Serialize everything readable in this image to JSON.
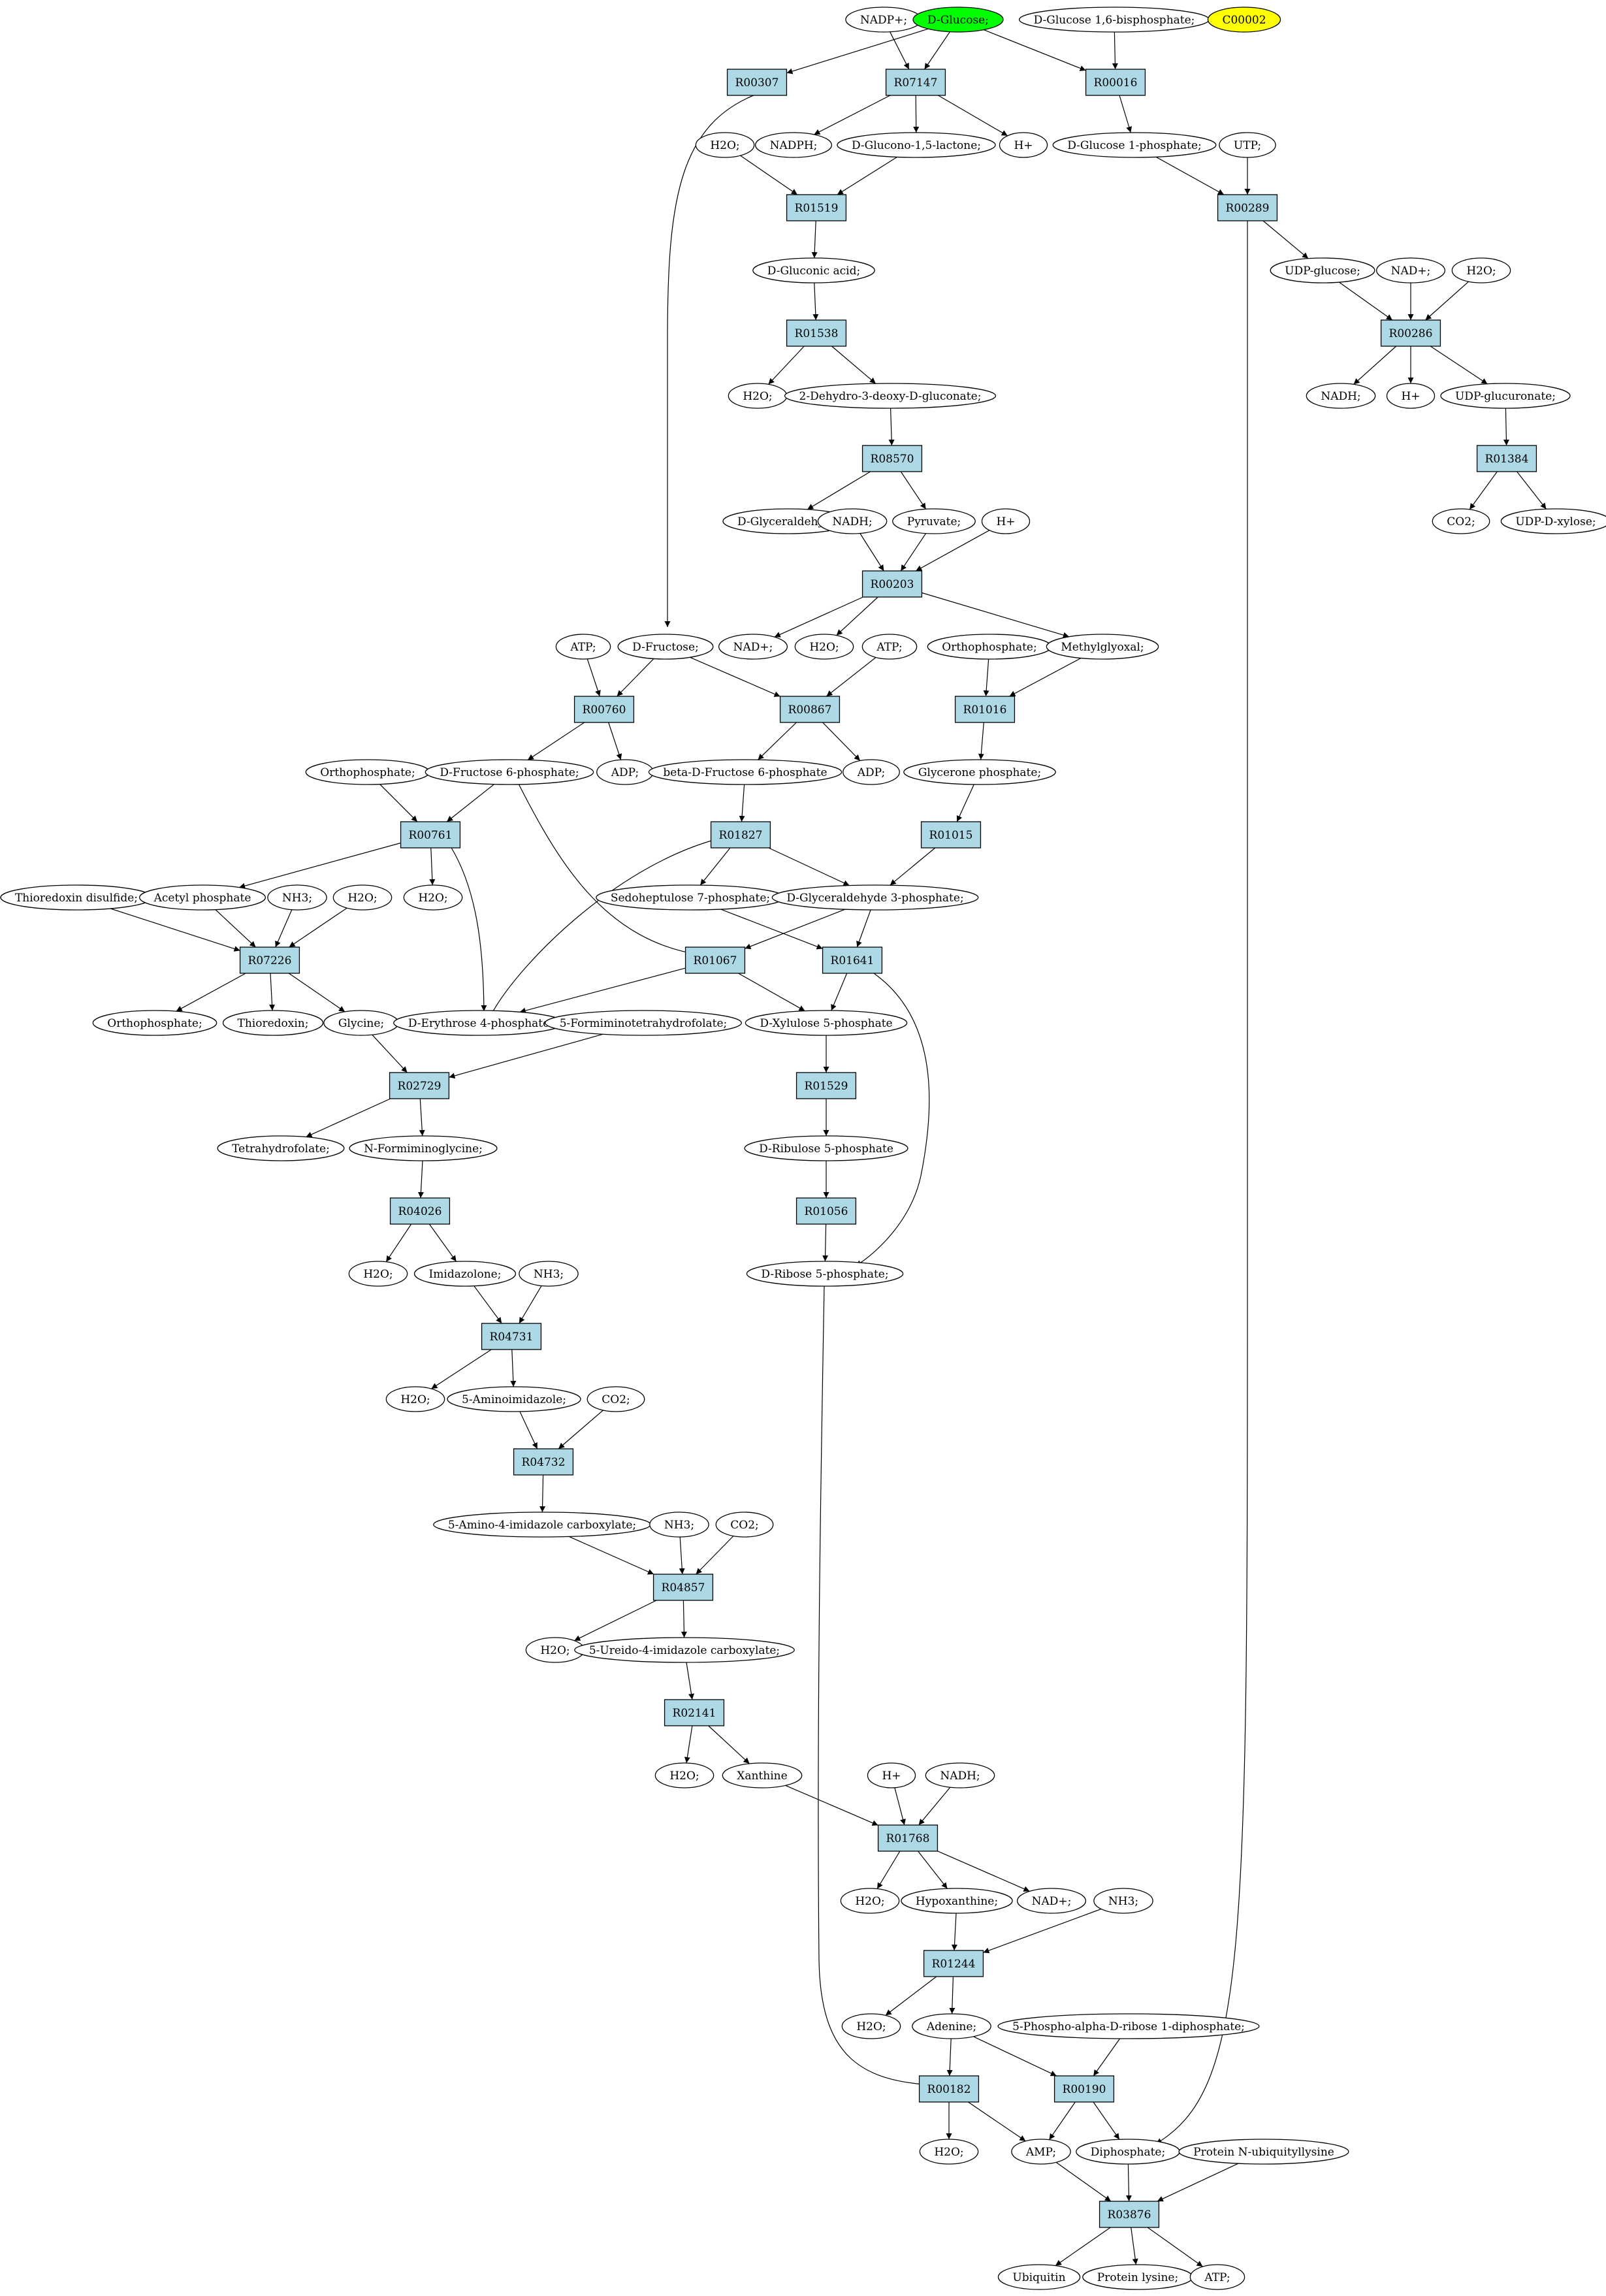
{
  "styles": {
    "metabolite_fill": "#ffffff",
    "reaction_fill": "#add8e6",
    "start_fill": "#00ff00",
    "extra_fill": "#ffff00",
    "stroke": "#000000",
    "edge": "#000000"
  },
  "nodes": [
    {
      "id": "m_nadp",
      "kind": "metabolite",
      "label": "NADP+;"
    },
    {
      "id": "m_glucose",
      "kind": "start",
      "label": "D-Glucose;"
    },
    {
      "id": "m_g16bp",
      "kind": "metabolite",
      "label": "D-Glucose 1,6-bisphosphate;"
    },
    {
      "id": "m_c00002",
      "kind": "extra",
      "label": "C00002"
    },
    {
      "id": "r_R00307",
      "kind": "reaction",
      "label": "R00307"
    },
    {
      "id": "r_R07147",
      "kind": "reaction",
      "label": "R07147"
    },
    {
      "id": "r_R00016",
      "kind": "reaction",
      "label": "R00016"
    },
    {
      "id": "m_h2o_1",
      "kind": "metabolite",
      "label": "H2O;"
    },
    {
      "id": "m_nadph_1",
      "kind": "metabolite",
      "label": "NADPH;"
    },
    {
      "id": "m_glucono",
      "kind": "metabolite",
      "label": "D-Glucono-1,5-lactone;"
    },
    {
      "id": "m_hplus_1",
      "kind": "metabolite",
      "label": "H+"
    },
    {
      "id": "m_g1p",
      "kind": "metabolite",
      "label": "D-Glucose 1-phosphate;"
    },
    {
      "id": "m_utp",
      "kind": "metabolite",
      "label": "UTP;"
    },
    {
      "id": "r_R01519",
      "kind": "reaction",
      "label": "R01519"
    },
    {
      "id": "r_R00289",
      "kind": "reaction",
      "label": "R00289"
    },
    {
      "id": "m_gluconic",
      "kind": "metabolite",
      "label": "D-Gluconic acid;"
    },
    {
      "id": "m_udpglucose",
      "kind": "metabolite",
      "label": "UDP-glucose;"
    },
    {
      "id": "m_nadplus_2",
      "kind": "metabolite",
      "label": "NAD+;"
    },
    {
      "id": "m_h2o_2",
      "kind": "metabolite",
      "label": "H2O;"
    },
    {
      "id": "r_R01538",
      "kind": "reaction",
      "label": "R01538"
    },
    {
      "id": "r_R00286",
      "kind": "reaction",
      "label": "R00286"
    },
    {
      "id": "m_h2o_3",
      "kind": "metabolite",
      "label": "H2O;"
    },
    {
      "id": "m_kdg",
      "kind": "metabolite",
      "label": "2-Dehydro-3-deoxy-D-gluconate;"
    },
    {
      "id": "m_nadh_2",
      "kind": "metabolite",
      "label": "NADH;"
    },
    {
      "id": "m_hplus_2",
      "kind": "metabolite",
      "label": "H+"
    },
    {
      "id": "m_udpglucuronate",
      "kind": "metabolite",
      "label": "UDP-glucuronate;"
    },
    {
      "id": "r_R08570",
      "kind": "reaction",
      "label": "R08570"
    },
    {
      "id": "r_R01384",
      "kind": "reaction",
      "label": "R01384"
    },
    {
      "id": "m_dglyceraldehyde",
      "kind": "metabolite",
      "label": "D-Glyceraldehyde"
    },
    {
      "id": "m_nadh_3",
      "kind": "metabolite",
      "label": "NADH;"
    },
    {
      "id": "m_pyruvate",
      "kind": "metabolite",
      "label": "Pyruvate;"
    },
    {
      "id": "m_hplus_3",
      "kind": "metabolite",
      "label": "H+"
    },
    {
      "id": "m_co2_1",
      "kind": "metabolite",
      "label": "CO2;"
    },
    {
      "id": "m_udpxylose",
      "kind": "metabolite",
      "label": "UDP-D-xylose;"
    },
    {
      "id": "r_R00203",
      "kind": "reaction",
      "label": "R00203"
    },
    {
      "id": "m_atp_1",
      "kind": "metabolite",
      "label": "ATP;"
    },
    {
      "id": "m_fructose",
      "kind": "metabolite",
      "label": "D-Fructose;"
    },
    {
      "id": "m_nadplus_3",
      "kind": "metabolite",
      "label": "NAD+;"
    },
    {
      "id": "m_h2o_4",
      "kind": "metabolite",
      "label": "H2O;"
    },
    {
      "id": "m_atp_2",
      "kind": "metabolite",
      "label": "ATP;"
    },
    {
      "id": "m_ortho_1",
      "kind": "metabolite",
      "label": "Orthophosphate;"
    },
    {
      "id": "m_methylglyoxal",
      "kind": "metabolite",
      "label": "Methylglyoxal;"
    },
    {
      "id": "r_R00760",
      "kind": "reaction",
      "label": "R00760"
    },
    {
      "id": "r_R00867",
      "kind": "reaction",
      "label": "R00867"
    },
    {
      "id": "r_R01016",
      "kind": "reaction",
      "label": "R01016"
    },
    {
      "id": "m_ortho_2",
      "kind": "metabolite",
      "label": "Orthophosphate;"
    },
    {
      "id": "m_f6p",
      "kind": "metabolite",
      "label": "D-Fructose 6-phosphate;"
    },
    {
      "id": "m_adp_1",
      "kind": "metabolite",
      "label": "ADP;"
    },
    {
      "id": "m_bf6p",
      "kind": "metabolite",
      "label": "beta-D-Fructose 6-phosphate"
    },
    {
      "id": "m_adp_2",
      "kind": "metabolite",
      "label": "ADP;"
    },
    {
      "id": "m_glyceronep",
      "kind": "metabolite",
      "label": "Glycerone phosphate;"
    },
    {
      "id": "r_R00761",
      "kind": "reaction",
      "label": "R00761"
    },
    {
      "id": "r_R01827",
      "kind": "reaction",
      "label": "R01827"
    },
    {
      "id": "r_R01015",
      "kind": "reaction",
      "label": "R01015"
    },
    {
      "id": "m_thiodis",
      "kind": "metabolite",
      "label": "Thioredoxin disulfide;"
    },
    {
      "id": "m_acetylp",
      "kind": "metabolite",
      "label": "Acetyl phosphate"
    },
    {
      "id": "m_nh3_1",
      "kind": "metabolite",
      "label": "NH3;"
    },
    {
      "id": "m_h2o_5",
      "kind": "metabolite",
      "label": "H2O;"
    },
    {
      "id": "m_h2o_6",
      "kind": "metabolite",
      "label": "H2O;"
    },
    {
      "id": "m_s7p",
      "kind": "metabolite",
      "label": "Sedoheptulose 7-phosphate;"
    },
    {
      "id": "m_g3p",
      "kind": "metabolite",
      "label": "D-Glyceraldehyde 3-phosphate;"
    },
    {
      "id": "r_R07226",
      "kind": "reaction",
      "label": "R07226"
    },
    {
      "id": "r_R01067",
      "kind": "reaction",
      "label": "R01067"
    },
    {
      "id": "r_R01641",
      "kind": "reaction",
      "label": "R01641"
    },
    {
      "id": "m_ortho_3",
      "kind": "metabolite",
      "label": "Orthophosphate;"
    },
    {
      "id": "m_thioredoxin",
      "kind": "metabolite",
      "label": "Thioredoxin;"
    },
    {
      "id": "m_glycine",
      "kind": "metabolite",
      "label": "Glycine;"
    },
    {
      "id": "m_e4p",
      "kind": "metabolite",
      "label": "D-Erythrose 4-phosphate"
    },
    {
      "id": "m_5fthf",
      "kind": "metabolite",
      "label": "5-Formiminotetrahydrofolate;"
    },
    {
      "id": "m_x5p",
      "kind": "metabolite",
      "label": "D-Xylulose 5-phosphate"
    },
    {
      "id": "r_R02729",
      "kind": "reaction",
      "label": "R02729"
    },
    {
      "id": "r_R01529",
      "kind": "reaction",
      "label": "R01529"
    },
    {
      "id": "m_thf",
      "kind": "metabolite",
      "label": "Tetrahydrofolate;"
    },
    {
      "id": "m_nfg",
      "kind": "metabolite",
      "label": "N-Formiminoglycine;"
    },
    {
      "id": "m_ru5p",
      "kind": "metabolite",
      "label": "D-Ribulose 5-phosphate"
    },
    {
      "id": "r_R04026",
      "kind": "reaction",
      "label": "R04026"
    },
    {
      "id": "r_R01056",
      "kind": "reaction",
      "label": "R01056"
    },
    {
      "id": "m_h2o_7",
      "kind": "metabolite",
      "label": "H2O;"
    },
    {
      "id": "m_imidazolone",
      "kind": "metabolite",
      "label": "Imidazolone;"
    },
    {
      "id": "m_nh3_2",
      "kind": "metabolite",
      "label": "NH3;"
    },
    {
      "id": "m_r5p",
      "kind": "metabolite",
      "label": "D-Ribose 5-phosphate;"
    },
    {
      "id": "r_R04731",
      "kind": "reaction",
      "label": "R04731"
    },
    {
      "id": "m_h2o_8",
      "kind": "metabolite",
      "label": "H2O;"
    },
    {
      "id": "m_5ai",
      "kind": "metabolite",
      "label": "5-Aminoimidazole;"
    },
    {
      "id": "m_co2_2",
      "kind": "metabolite",
      "label": "CO2;"
    },
    {
      "id": "r_R04732",
      "kind": "reaction",
      "label": "R04732"
    },
    {
      "id": "m_5a4ic",
      "kind": "metabolite",
      "label": "5-Amino-4-imidazole carboxylate;"
    },
    {
      "id": "m_nh3_3",
      "kind": "metabolite",
      "label": "NH3;"
    },
    {
      "id": "m_co2_3",
      "kind": "metabolite",
      "label": "CO2;"
    },
    {
      "id": "r_R04857",
      "kind": "reaction",
      "label": "R04857"
    },
    {
      "id": "m_h2o_9",
      "kind": "metabolite",
      "label": "H2O;"
    },
    {
      "id": "m_5u4ic",
      "kind": "metabolite",
      "label": "5-Ureido-4-imidazole carboxylate;"
    },
    {
      "id": "r_R02141",
      "kind": "reaction",
      "label": "R02141"
    },
    {
      "id": "m_h2o_10",
      "kind": "metabolite",
      "label": "H2O;"
    },
    {
      "id": "m_xanthine",
      "kind": "metabolite",
      "label": "Xanthine"
    },
    {
      "id": "m_hplus_4",
      "kind": "metabolite",
      "label": "H+"
    },
    {
      "id": "m_nadh_4",
      "kind": "metabolite",
      "label": "NADH;"
    },
    {
      "id": "r_R01768",
      "kind": "reaction",
      "label": "R01768"
    },
    {
      "id": "m_h2o_11",
      "kind": "metabolite",
      "label": "H2O;"
    },
    {
      "id": "m_hypoxanthine",
      "kind": "metabolite",
      "label": "Hypoxanthine;"
    },
    {
      "id": "m_nadplus_4",
      "kind": "metabolite",
      "label": "NAD+;"
    },
    {
      "id": "m_nh3_4",
      "kind": "metabolite",
      "label": "NH3;"
    },
    {
      "id": "r_R01244",
      "kind": "reaction",
      "label": "R01244"
    },
    {
      "id": "m_h2o_12",
      "kind": "metabolite",
      "label": "H2O;"
    },
    {
      "id": "m_adenine",
      "kind": "metabolite",
      "label": "Adenine;"
    },
    {
      "id": "m_prpp",
      "kind": "metabolite",
      "label": "5-Phospho-alpha-D-ribose 1-diphosphate;"
    },
    {
      "id": "r_R00182",
      "kind": "reaction",
      "label": "R00182"
    },
    {
      "id": "r_R00190",
      "kind": "reaction",
      "label": "R00190"
    },
    {
      "id": "m_h2o_13",
      "kind": "metabolite",
      "label": "H2O;"
    },
    {
      "id": "m_amp",
      "kind": "metabolite",
      "label": "AMP;"
    },
    {
      "id": "m_diphosphate",
      "kind": "metabolite",
      "label": "Diphosphate;"
    },
    {
      "id": "m_protein_nub",
      "kind": "metabolite",
      "label": "Protein N-ubiquityllysine"
    },
    {
      "id": "r_R03876",
      "kind": "reaction",
      "label": "R03876"
    },
    {
      "id": "m_ubiquitin",
      "kind": "metabolite",
      "label": "Ubiquitin"
    },
    {
      "id": "m_proteinlys",
      "kind": "metabolite",
      "label": "Protein lysine;"
    },
    {
      "id": "m_atp_3",
      "kind": "metabolite",
      "label": "ATP;"
    }
  ],
  "edges": [
    [
      "m_glucose",
      "r_R00307"
    ],
    [
      "m_glucose",
      "r_R07147"
    ],
    [
      "m_nadp",
      "r_R07147"
    ],
    [
      "m_glucose",
      "r_R00016"
    ],
    [
      "m_g16bp",
      "r_R00016"
    ],
    [
      "r_R07147",
      "m_nadph_1"
    ],
    [
      "r_R07147",
      "m_glucono"
    ],
    [
      "r_R07147",
      "m_hplus_1"
    ],
    [
      "r_R00016",
      "m_g1p"
    ],
    [
      "m_h2o_1",
      "r_R01519"
    ],
    [
      "m_glucono",
      "r_R01519"
    ],
    [
      "r_R01519",
      "m_gluconic"
    ],
    [
      "m_gluconic",
      "r_R01538"
    ],
    [
      "r_R01538",
      "m_h2o_3"
    ],
    [
      "r_R01538",
      "m_kdg"
    ],
    [
      "m_kdg",
      "r_R08570"
    ],
    [
      "r_R08570",
      "m_dglyceraldehyde"
    ],
    [
      "r_R08570",
      "m_pyruvate"
    ],
    [
      "m_nadh_3",
      "r_R00203"
    ],
    [
      "m_pyruvate",
      "r_R00203"
    ],
    [
      "m_hplus_3",
      "r_R00203"
    ],
    [
      "r_R00203",
      "m_nadplus_3"
    ],
    [
      "r_R00203",
      "m_h2o_4"
    ],
    [
      "r_R00203",
      "m_methylglyoxal"
    ],
    [
      "m_g1p",
      "r_R00289"
    ],
    [
      "m_utp",
      "r_R00289"
    ],
    [
      "r_R00289",
      "m_udpglucose"
    ],
    [
      "r_R00289",
      "m_diphosphate"
    ],
    [
      "m_udpglucose",
      "r_R00286"
    ],
    [
      "m_nadplus_2",
      "r_R00286"
    ],
    [
      "m_h2o_2",
      "r_R00286"
    ],
    [
      "r_R00286",
      "m_nadh_2"
    ],
    [
      "r_R00286",
      "m_hplus_2"
    ],
    [
      "r_R00286",
      "m_udpglucuronate"
    ],
    [
      "m_udpglucuronate",
      "r_R01384"
    ],
    [
      "r_R01384",
      "m_co2_1"
    ],
    [
      "r_R01384",
      "m_udpxylose"
    ],
    [
      "r_R00307",
      "m_fructose"
    ],
    [
      "m_atp_1",
      "r_R00760"
    ],
    [
      "m_fructose",
      "r_R00760"
    ],
    [
      "m_fructose",
      "r_R00867"
    ],
    [
      "m_atp_2",
      "r_R00867"
    ],
    [
      "m_ortho_1",
      "r_R01016"
    ],
    [
      "m_methylglyoxal",
      "r_R01016"
    ],
    [
      "r_R00760",
      "m_f6p"
    ],
    [
      "r_R00760",
      "m_adp_1"
    ],
    [
      "r_R00867",
      "m_bf6p"
    ],
    [
      "r_R00867",
      "m_adp_2"
    ],
    [
      "r_R01016",
      "m_glyceronep"
    ],
    [
      "m_ortho_2",
      "r_R00761"
    ],
    [
      "m_f6p",
      "r_R00761"
    ],
    [
      "m_bf6p",
      "r_R01827"
    ],
    [
      "m_glyceronep",
      "r_R01015"
    ],
    [
      "r_R00761",
      "m_acetylp"
    ],
    [
      "r_R00761",
      "m_h2o_6"
    ],
    [
      "r_R00761",
      "m_e4p"
    ],
    [
      "r_R01827",
      "m_s7p"
    ],
    [
      "r_R01827",
      "m_g3p"
    ],
    [
      "r_R01015",
      "m_g3p"
    ],
    [
      "m_thiodis",
      "r_R07226"
    ],
    [
      "m_acetylp",
      "r_R07226"
    ],
    [
      "m_nh3_1",
      "r_R07226"
    ],
    [
      "m_h2o_5",
      "r_R07226"
    ],
    [
      "m_f6p",
      "r_R01067"
    ],
    [
      "m_g3p",
      "r_R01067"
    ],
    [
      "m_s7p",
      "r_R01641"
    ],
    [
      "m_g3p",
      "r_R01641"
    ],
    [
      "r_R07226",
      "m_ortho_3"
    ],
    [
      "r_R07226",
      "m_thioredoxin"
    ],
    [
      "r_R07226",
      "m_glycine"
    ],
    [
      "r_R01067",
      "m_e4p"
    ],
    [
      "r_R01067",
      "m_x5p"
    ],
    [
      "r_R01641",
      "m_x5p"
    ],
    [
      "r_R01641",
      "m_r5p"
    ],
    [
      "m_e4p",
      "r_R01827"
    ],
    [
      "m_glycine",
      "r_R02729"
    ],
    [
      "m_5fthf",
      "r_R02729"
    ],
    [
      "m_x5p",
      "r_R01529"
    ],
    [
      "r_R02729",
      "m_thf"
    ],
    [
      "r_R02729",
      "m_nfg"
    ],
    [
      "r_R01529",
      "m_ru5p"
    ],
    [
      "m_nfg",
      "r_R04026"
    ],
    [
      "m_ru5p",
      "r_R01056"
    ],
    [
      "r_R04026",
      "m_h2o_7"
    ],
    [
      "r_R04026",
      "m_imidazolone"
    ],
    [
      "r_R01056",
      "m_r5p"
    ],
    [
      "m_imidazolone",
      "r_R04731"
    ],
    [
      "m_nh3_2",
      "r_R04731"
    ],
    [
      "r_R04731",
      "m_h2o_8"
    ],
    [
      "r_R04731",
      "m_5ai"
    ],
    [
      "m_5ai",
      "r_R04732"
    ],
    [
      "m_co2_2",
      "r_R04732"
    ],
    [
      "r_R04732",
      "m_5a4ic"
    ],
    [
      "m_5a4ic",
      "r_R04857"
    ],
    [
      "m_nh3_3",
      "r_R04857"
    ],
    [
      "m_co2_3",
      "r_R04857"
    ],
    [
      "r_R04857",
      "m_h2o_9"
    ],
    [
      "r_R04857",
      "m_5u4ic"
    ],
    [
      "m_5u4ic",
      "r_R02141"
    ],
    [
      "r_R02141",
      "m_h2o_10"
    ],
    [
      "r_R02141",
      "m_xanthine"
    ],
    [
      "m_xanthine",
      "r_R01768"
    ],
    [
      "m_hplus_4",
      "r_R01768"
    ],
    [
      "m_nadh_4",
      "r_R01768"
    ],
    [
      "r_R01768",
      "m_h2o_11"
    ],
    [
      "r_R01768",
      "m_hypoxanthine"
    ],
    [
      "r_R01768",
      "m_nadplus_4"
    ],
    [
      "m_hypoxanthine",
      "r_R01244"
    ],
    [
      "m_nh3_4",
      "r_R01244"
    ],
    [
      "r_R01244",
      "m_h2o_12"
    ],
    [
      "r_R01244",
      "m_adenine"
    ],
    [
      "m_adenine",
      "r_R00182"
    ],
    [
      "m_r5p",
      "r_R00182"
    ],
    [
      "m_adenine",
      "r_R00190"
    ],
    [
      "m_prpp",
      "r_R00190"
    ],
    [
      "r_R00182",
      "m_h2o_13"
    ],
    [
      "r_R00182",
      "m_amp"
    ],
    [
      "r_R00190",
      "m_amp"
    ],
    [
      "r_R00190",
      "m_diphosphate"
    ],
    [
      "m_amp",
      "r_R03876"
    ],
    [
      "m_diphosphate",
      "r_R03876"
    ],
    [
      "m_protein_nub",
      "r_R03876"
    ],
    [
      "r_R03876",
      "m_ubiquitin"
    ],
    [
      "r_R03876",
      "m_proteinlys"
    ],
    [
      "r_R03876",
      "m_atp_3"
    ]
  ]
}
